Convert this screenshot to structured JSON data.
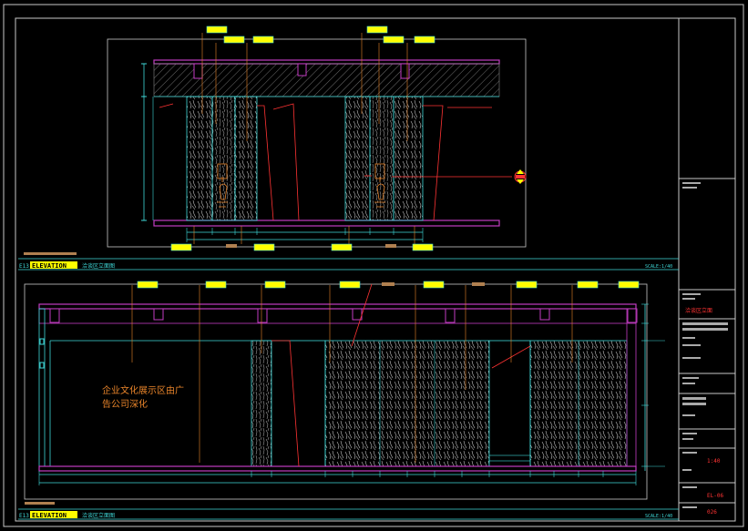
{
  "colors": {
    "background": "#000000",
    "frame": "#c8c8c8",
    "cyan": "#3fd9d9",
    "magenta": "#c23cc2",
    "yellow": "#ffff00",
    "red": "#ff3333",
    "orange": "#e8842a",
    "hatch": "#8a8a8a"
  },
  "top_elevation": {
    "number": "E13",
    "tag": "ELEVATION",
    "title": "洽谈区立面图",
    "scale": "SCALE:1/40"
  },
  "bottom_elevation": {
    "number": "E13",
    "tag": "ELEVATION",
    "title": "洽谈区立面图",
    "scale": "SCALE:1/40",
    "note_line1": "企业文化展示区由广",
    "note_line2": "告公司深化"
  },
  "title_block": {
    "drawing_name": "洽谈区立面",
    "scale_value": "1:40",
    "sheet_no": "EL-06",
    "page_no": "026"
  }
}
